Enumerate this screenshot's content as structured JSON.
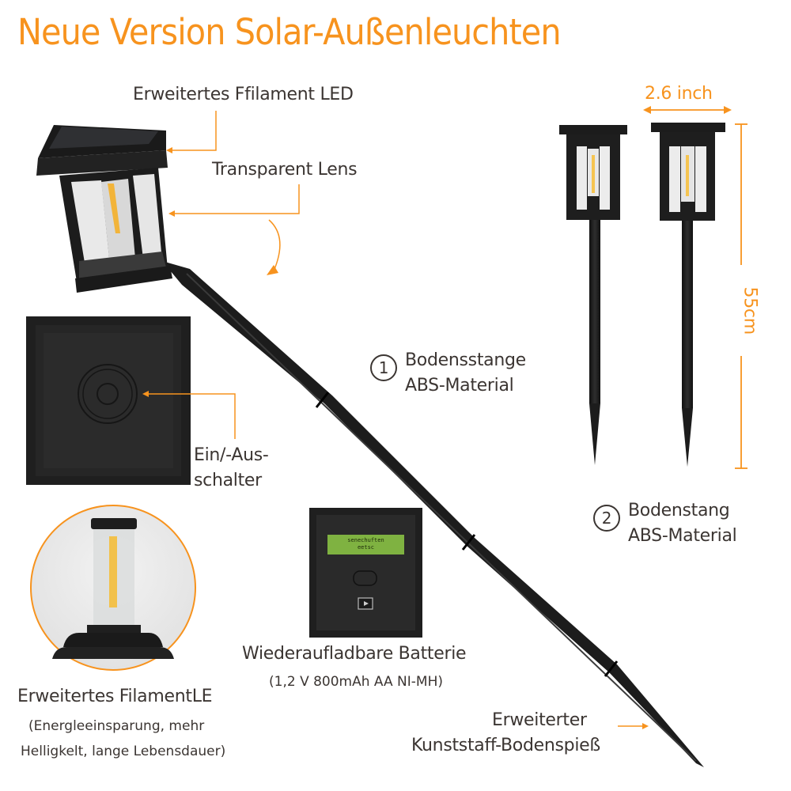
{
  "title": "Neue Version Solar-Außenleuchten",
  "colors": {
    "accent": "#f7931e",
    "text": "#3b3532",
    "product_black": "#222222",
    "lcd_green": "#7fb241"
  },
  "callouts": {
    "filament_led": "Erweitertes Ffilament LED",
    "transparent_lens": "Transparent Lens",
    "switch_line1": "Ein/-Aus-",
    "switch_line2": "schalter",
    "ground_rod_1": {
      "number": "1",
      "line1": "Bodensstange",
      "line2": "ABS-Material"
    },
    "ground_rod_2": {
      "number": "2",
      "line1": "Bodenstang",
      "line2": "ABS-Material"
    },
    "battery_line1": "Wiederaufladbare Batterie",
    "battery_line2": "(1,2 V 800mAh AA NI-MH)",
    "filament_detail_title": "Erweitertes FilamentLE",
    "filament_detail_line1": "(Energleeinsparung, mehr",
    "filament_detail_line2": "Helligkelt, lange Lebensdauer)",
    "spike_line1": "Erweiterter",
    "spike_line2": "Kunststaff-Bodenspieß"
  },
  "dimensions": {
    "width": "2.6 inch",
    "height": "55cm"
  },
  "battery_panel": {
    "lcd_line1": "senechuften",
    "lcd_line2": "eetsc"
  },
  "icons": {
    "power_button": "concentric-circle-button",
    "battery_button": "oval-button",
    "battery_port": "play-icon"
  }
}
